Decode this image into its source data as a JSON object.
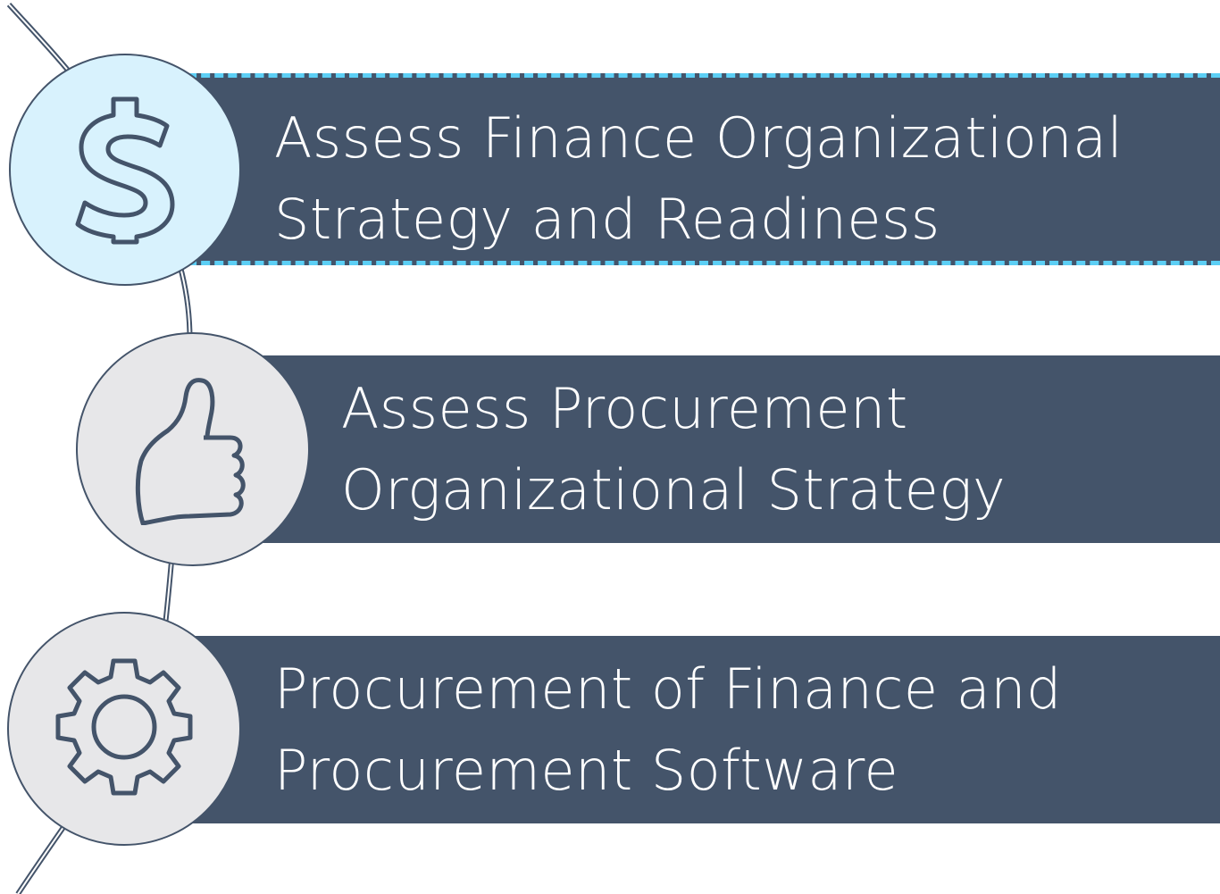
{
  "steps": [
    {
      "label": "Assess Finance Organizational\nStrategy and Readiness",
      "icon": "dollar-sign-icon",
      "state": "active",
      "circle_fill": "#d8f2fd"
    },
    {
      "label": "Assess Procurement\nOrganizational Strategy",
      "icon": "thumbs-up-icon",
      "state": "inactive",
      "circle_fill": "#e7e7e9"
    },
    {
      "label": "Procurement of Finance and\nProcurement Software",
      "icon": "gear-icon",
      "state": "inactive",
      "circle_fill": "#e7e7e9"
    }
  ],
  "colors": {
    "banner": "#44546a",
    "active_outline": "#5ccff5",
    "text": "#ffffff",
    "icon_stroke": "#44546a"
  }
}
